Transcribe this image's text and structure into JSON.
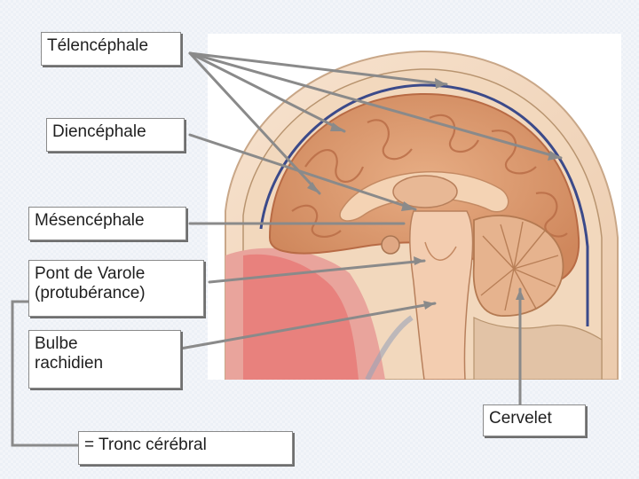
{
  "labels": {
    "telencephale": "Télencéphale",
    "diencephale": "Diencéphale",
    "mesencephale": "Mésencéphale",
    "pont": "Pont de Varole\n(protubérance)",
    "bulbe": "Bulbe\nrachidien",
    "cervelet": "Cervelet",
    "tronc": "= Tronc cérébral"
  },
  "colors": {
    "leader_line": "#8a8a8a",
    "cortex": "#dc9a6e",
    "cortex_dark": "#b86b45",
    "white_matter": "#f1c9a6",
    "skull": "#f3dcc3",
    "meninges": "#3b4a8a",
    "nasal": "#e87b78"
  }
}
